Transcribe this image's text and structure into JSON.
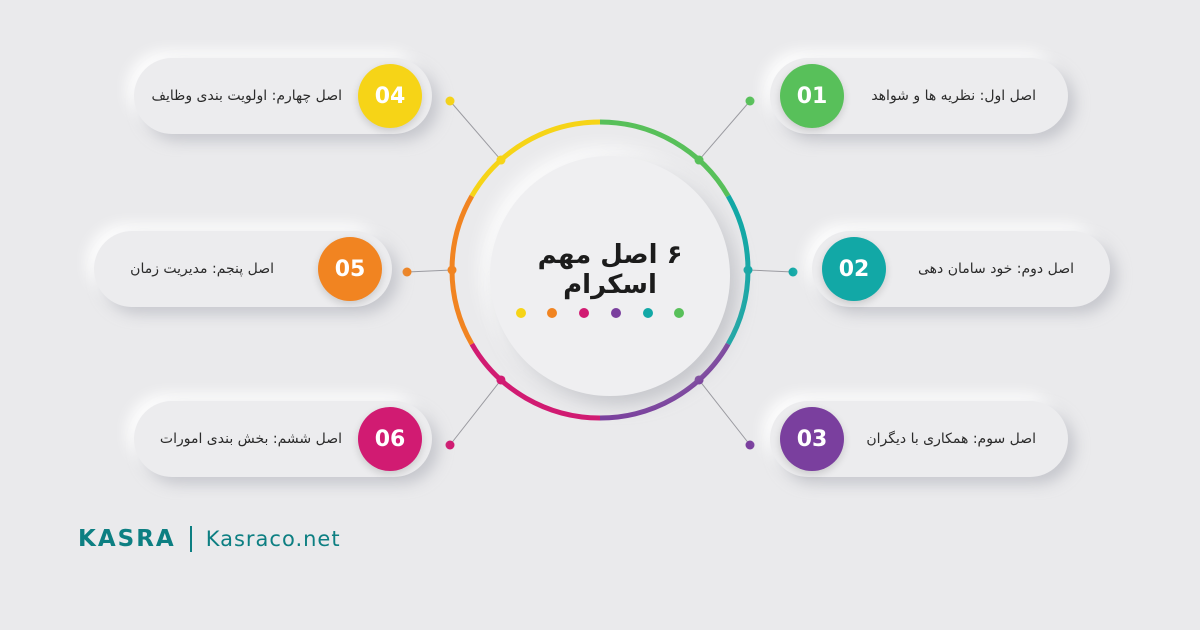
{
  "title": "۶ اصل مهم اسکرام",
  "items": [
    {
      "number": "01",
      "label": "اصل اول: نظریه ها و شواهد",
      "color": "#58c05a"
    },
    {
      "number": "02",
      "label": "اصل دوم: خود سامان دهی",
      "color": "#12a8a6"
    },
    {
      "number": "03",
      "label": "اصل سوم: همکاری با دیگران",
      "color": "#7a3f9e"
    },
    {
      "number": "04",
      "label": "اصل چهارم: اولویت بندی وظایف",
      "color": "#f6d417"
    },
    {
      "number": "05",
      "label": "اصل پنجم: مدیریت زمان",
      "color": "#f18421"
    },
    {
      "number": "06",
      "label": "اصل ششم: بخش بندی امورات",
      "color": "#d11b72"
    }
  ],
  "dot_colors": [
    "#f6d417",
    "#f18421",
    "#d11b72",
    "#7a3f9e",
    "#12a8a6",
    "#58c05a"
  ],
  "logo": {
    "brand": "KASRA",
    "site": "Kasraco.net",
    "color": "#0d7f82"
  }
}
